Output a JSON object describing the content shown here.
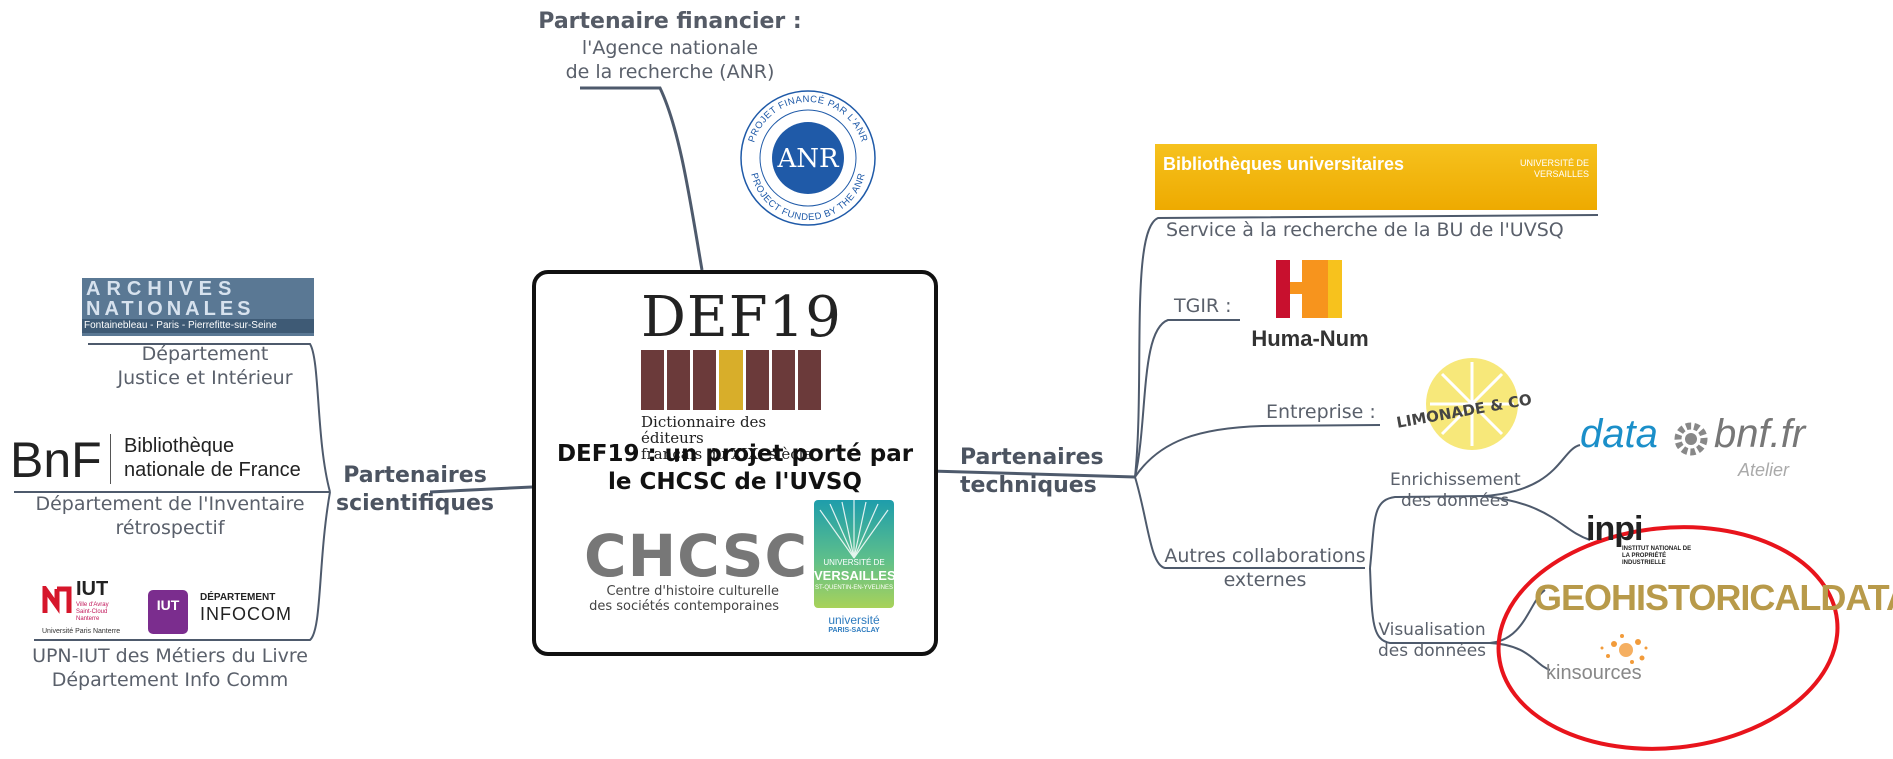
{
  "top": {
    "title": "Partenaire financier :",
    "line1": "l'Agence nationale",
    "line2": "de la recherche (ANR)",
    "anr_badge": "ANR",
    "anr_ring_top": "PROJET FINANCÉ PAR L'ANR",
    "anr_ring_bottom": "PROJECT FUNDED BY THE ANR"
  },
  "center": {
    "def19_title": "DEF19",
    "def19_sub1": "Dictionnaire des éditeurs",
    "def19_sub2": "français du XIXᵉ siècle",
    "caption1": "DEF19 : un projet porté par",
    "caption2": "le CHCSC de l'UVSQ",
    "chcsc": "CHCSC",
    "chcsc_sub1": "Centre d'histoire culturelle",
    "chcsc_sub2": "des sociétés contemporaines",
    "uvsq_logo1": "UNIVERSITÉ DE",
    "uvsq_logo2": "VERSAILLES",
    "uvsq_logo3": "ST-QUENTIN-EN-YVELINES",
    "paris_saclay1": "université",
    "paris_saclay2": "PARIS-SACLAY"
  },
  "left": {
    "branch1": "Partenaires",
    "branch2": "scientifiques",
    "archives_logo1": "ARCHIVES",
    "archives_logo2": "NATIONALES",
    "archives_sub": "Fontainebleau - Paris - Pierrefitte-sur-Seine",
    "archives_dept1": "Département",
    "archives_dept2": "Justice et Intérieur",
    "bnf_logo": "BnF",
    "bnf_name1": "Bibliothèque",
    "bnf_name2": "nationale de France",
    "bnf_dept1": "Département de l'Inventaire",
    "bnf_dept2": "rétrospectif",
    "iut_logo": "IUT",
    "iut_sub": "Ville d'Avray Saint-Cloud Nanterre",
    "upn_sub": "Université Paris Nanterre",
    "infocom_dept": "DÉPARTEMENT",
    "infocom_name": "INFOCOM",
    "upn1": "UPN-IUT des Métiers du Livre",
    "upn2": "Département Info Comm"
  },
  "right": {
    "branch1": "Partenaires",
    "branch2": "techniques",
    "bu_banner": "Bibliothèques universitaires",
    "bu_uvsq": "UNIVERSITÉ DE VERSAILLES",
    "bu_caption": "Service à la recherche de la BU de l'UVSQ",
    "tgir": "TGIR :",
    "humanum": "Huma-Num",
    "entreprise": "Entreprise :",
    "limonade": "LIMONADE & CO",
    "autres1": "Autres collaborations",
    "autres2": "externes",
    "enrich1": "Enrichissement",
    "enrich2": "des données",
    "databnf_data": "data",
    "databnf_bnf": "bnf.fr",
    "databnf_atelier": "Atelier",
    "inpi": "inpi",
    "inpi_sub": "INSTITUT NATIONAL DE LA PROPRIÉTÉ INDUSTRIELLE",
    "visu1": "Visualisation",
    "visu2": "des données",
    "geohist": "GEOHISTORICALDATA",
    "kinsources": "kinsources"
  },
  "colors": {
    "line": "#4e5a6c",
    "highlight_ellipse": "#e8141c",
    "bu_banner": "#f2b400",
    "anr_blue": "#1f5aa8"
  }
}
